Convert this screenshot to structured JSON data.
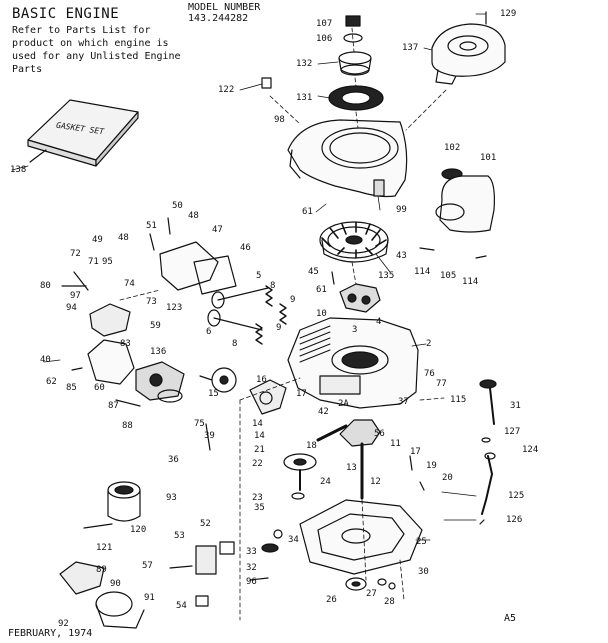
{
  "header": {
    "title": "BASIC ENGINE",
    "note": "Refer to Parts List for product on which engine is used for any Unlisted Engine Parts",
    "model_label": "MODEL NUMBER",
    "model_number": "143.244282"
  },
  "gasket_set_label": "GASKET SET",
  "footer": {
    "date": "FEBRUARY, 1974",
    "code": "A5"
  },
  "part_numbers": [
    "107",
    "106",
    "129",
    "137",
    "132",
    "122",
    "131",
    "98",
    "138",
    "102",
    "101",
    "61",
    "99",
    "50",
    "48",
    "51",
    "47",
    "49",
    "48",
    "46",
    "72",
    "71",
    "95",
    "80",
    "97",
    "74",
    "73",
    "123",
    "94",
    "59",
    "43",
    "114",
    "105",
    "114",
    "45",
    "135",
    "5",
    "8",
    "9",
    "61",
    "6",
    "8",
    "9",
    "10",
    "4",
    "3",
    "2",
    "40",
    "83",
    "136",
    "62",
    "85",
    "60",
    "15",
    "16",
    "87",
    "88",
    "14",
    "14",
    "76",
    "77",
    "115",
    "37",
    "17",
    "42",
    "2A",
    "56",
    "31",
    "75",
    "39",
    "21",
    "18",
    "11",
    "127",
    "124",
    "36",
    "22",
    "13",
    "17",
    "19",
    "20",
    "93",
    "23",
    "24",
    "12",
    "125",
    "126",
    "120",
    "35",
    "34",
    "121",
    "52",
    "53",
    "25",
    "33",
    "57",
    "32",
    "89",
    "90",
    "96",
    "30",
    "91",
    "26",
    "27",
    "28",
    "92",
    "54"
  ]
}
